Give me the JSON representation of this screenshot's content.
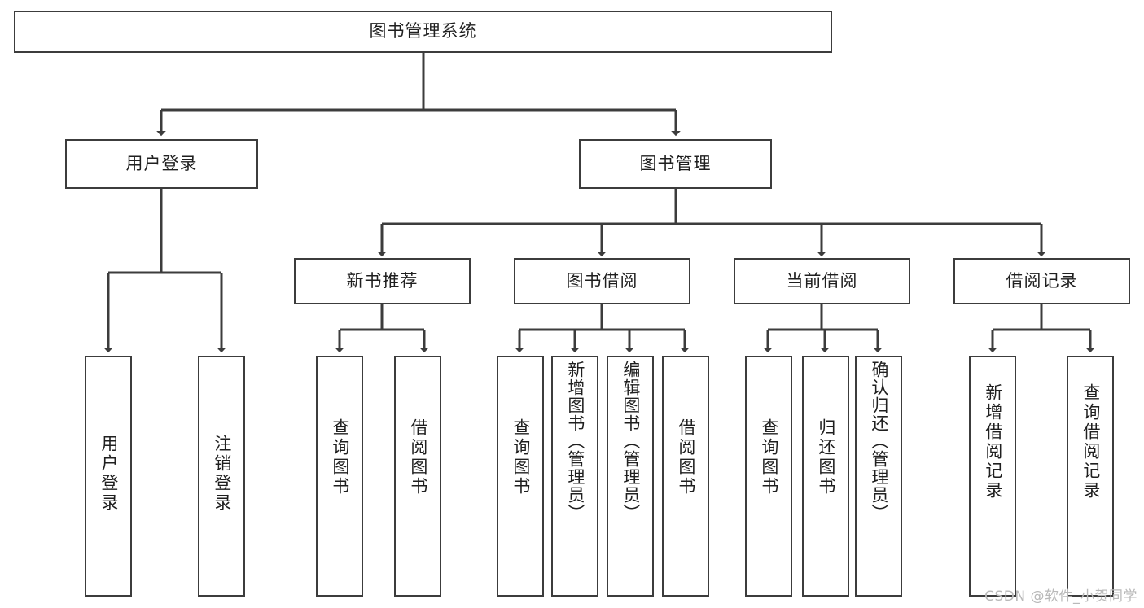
{
  "diagram": {
    "title": "图书管理系统",
    "type": "tree",
    "orientation": "top-down",
    "background_color": "#ffffff",
    "box_border_color": "#3c3c3c",
    "edge_color": "#3c3c3c",
    "text_color": "#1f1f1f"
  },
  "watermark": {
    "text": "CSDN @软件_小贺同学",
    "color": "#b9b9b9"
  },
  "nodes": {
    "root": {
      "label": "图书管理系统",
      "level": 0
    },
    "user_login": {
      "label": "用户登录",
      "level": 1
    },
    "book_manage": {
      "label": "图书管理",
      "level": 1
    },
    "new_book_rec": {
      "label": "新书推荐",
      "level": 2
    },
    "book_borrow": {
      "label": "图书借阅",
      "level": 2
    },
    "current_borrow": {
      "label": "当前借阅",
      "level": 2
    },
    "borrow_record": {
      "label": "借阅记录",
      "level": 2
    },
    "leaf_user_login": {
      "label": "用户登录",
      "level": 3
    },
    "leaf_logout": {
      "label": "注销登录",
      "level": 3
    },
    "leaf_query_book_rec": {
      "label": "查询图书",
      "level": 3
    },
    "leaf_borrow_book_rec": {
      "label": "借阅图书",
      "level": 3
    },
    "leaf_query_book_bb": {
      "label": "查询图书",
      "level": 3
    },
    "leaf_add_book": {
      "label": "新增图书（管理员）",
      "level": 3
    },
    "leaf_edit_book": {
      "label": "编辑图书（管理员）",
      "level": 3
    },
    "leaf_borrow_book_bb": {
      "label": "借阅图书",
      "level": 3
    },
    "leaf_query_book_cb": {
      "label": "查询图书",
      "level": 3
    },
    "leaf_return_book": {
      "label": "归还图书",
      "level": 3
    },
    "leaf_confirm_return": {
      "label": "确认归还（管理员）",
      "level": 3
    },
    "leaf_add_record": {
      "label": "新增借阅记录",
      "level": 3
    },
    "leaf_query_record": {
      "label": "查询借阅记录",
      "level": 3
    }
  },
  "edges": [
    {
      "from": "root",
      "to": "user_login"
    },
    {
      "from": "root",
      "to": "book_manage"
    },
    {
      "from": "user_login",
      "to": "leaf_user_login"
    },
    {
      "from": "user_login",
      "to": "leaf_logout"
    },
    {
      "from": "book_manage",
      "to": "new_book_rec"
    },
    {
      "from": "book_manage",
      "to": "book_borrow"
    },
    {
      "from": "book_manage",
      "to": "current_borrow"
    },
    {
      "from": "book_manage",
      "to": "borrow_record"
    },
    {
      "from": "new_book_rec",
      "to": "leaf_query_book_rec"
    },
    {
      "from": "new_book_rec",
      "to": "leaf_borrow_book_rec"
    },
    {
      "from": "book_borrow",
      "to": "leaf_query_book_bb"
    },
    {
      "from": "book_borrow",
      "to": "leaf_add_book"
    },
    {
      "from": "book_borrow",
      "to": "leaf_edit_book"
    },
    {
      "from": "book_borrow",
      "to": "leaf_borrow_book_bb"
    },
    {
      "from": "current_borrow",
      "to": "leaf_query_book_cb"
    },
    {
      "from": "current_borrow",
      "to": "leaf_return_book"
    },
    {
      "from": "current_borrow",
      "to": "leaf_confirm_return"
    },
    {
      "from": "borrow_record",
      "to": "leaf_add_record"
    },
    {
      "from": "borrow_record",
      "to": "leaf_query_record"
    }
  ]
}
